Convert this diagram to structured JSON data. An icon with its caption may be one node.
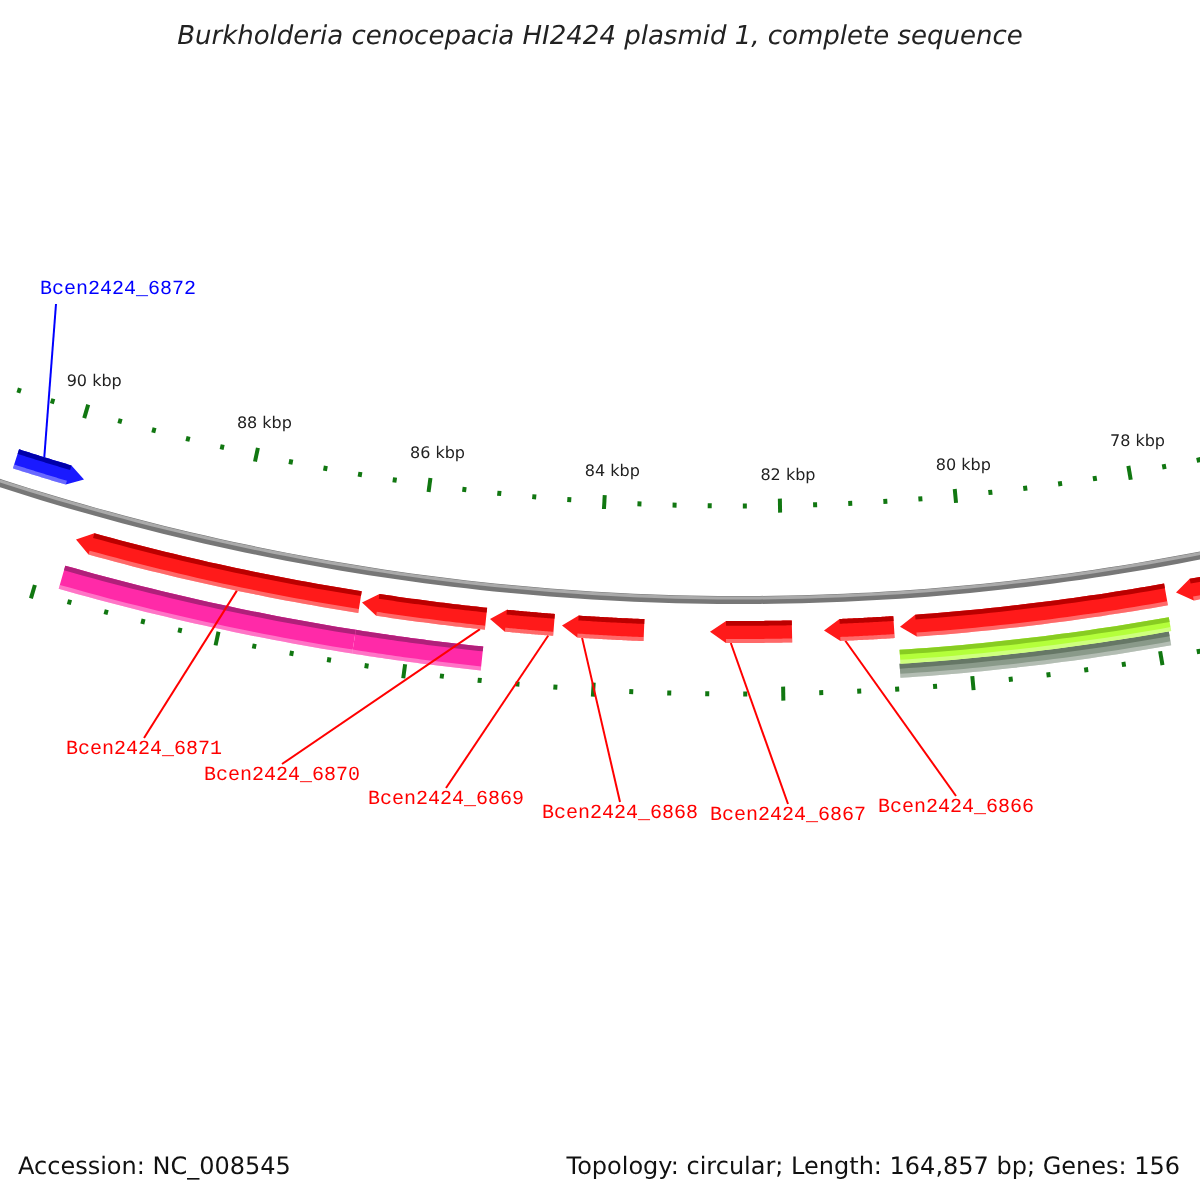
{
  "diagram": {
    "title": "Burkholderia cenocepacia HI2424 plasmid 1, complete sequence",
    "nodes": [
      {
        "text": [
          "Bcen2424_6872"
        ]
      },
      {
        "text": [
          "Bcen2424_6871"
        ]
      },
      {
        "text": [
          "Bcen2424_6870"
        ]
      },
      {
        "text": [
          "Bcen2424_6869"
        ]
      },
      {
        "text": [
          "Bcen2424_6868"
        ]
      },
      {
        "text": [
          "Bcen2424_6867"
        ]
      },
      {
        "text": [
          "Bcen2424_6866"
        ]
      },
      {
        "text": [],
        "shape": "bar"
      },
      {
        "text": [],
        "shape": "bar"
      },
      {
        "text": [],
        "shape": "bar"
      },
      {
        "text": [],
        "shape": "bar"
      },
      {
        "text": [],
        "shape": "bar"
      },
      {
        "text": [],
        "shape": "bar"
      },
      {
        "text": [],
        "shape": "bar"
      }
    ],
    "edges": [
      {
        "from": 0,
        "to": 7,
        "arrow": "none",
        "color": "#0000ff"
      },
      {
        "from": 1,
        "to": 8,
        "arrow": "none"
      },
      {
        "from": 2,
        "to": 9,
        "arrow": "none"
      },
      {
        "from": 3,
        "to": 10,
        "arrow": "none"
      },
      {
        "from": 4,
        "to": 11,
        "arrow": "none"
      },
      {
        "from": 5,
        "to": 12,
        "arrow": "none"
      },
      {
        "from": 6,
        "to": 13,
        "arrow": "none"
      }
    ],
    "labels": [
      "90 kbp",
      "88 kbp",
      "86 kbp",
      "84 kbp",
      "82 kbp",
      "80 kbp",
      "78 kbp",
      "Accession: NC_008545",
      "Topology: circular; Length: 164,857 bp; Genes: 156"
    ]
  }
}
